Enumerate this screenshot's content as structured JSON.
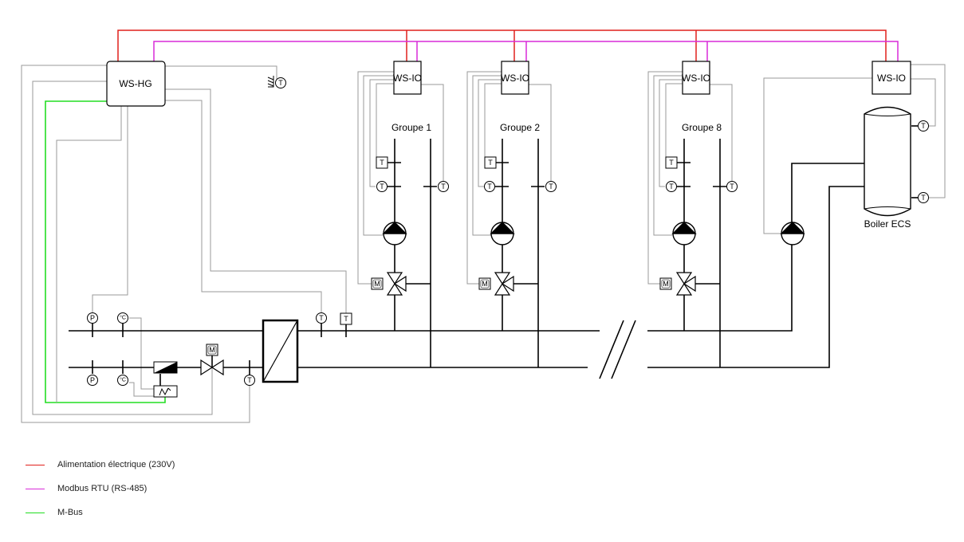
{
  "colors": {
    "power": "#e0201c",
    "modbus": "#d92bd9",
    "mbus": "#22dd22",
    "signal": "#9a9a9a",
    "pipe": "#000000"
  },
  "boxes": {
    "hg": "WS-HG",
    "io1": "WS-IO",
    "io2": "WS-IO",
    "io3": "WS-IO",
    "io4": "WS-IO"
  },
  "labels": {
    "g1": "Groupe 1",
    "g2": "Groupe 2",
    "g8": "Groupe 8",
    "boiler": "Boiler ECS"
  },
  "symbols": {
    "temperature": "T",
    "pressure": "P",
    "celsius": "°C",
    "motor": "M"
  },
  "legend": [
    {
      "label": "Alimentation électrique (230V)",
      "color": "#e0201c"
    },
    {
      "label": "Modbus RTU (RS-485)",
      "color": "#d92bd9"
    },
    {
      "label": "M-Bus",
      "color": "#22dd22"
    }
  ]
}
